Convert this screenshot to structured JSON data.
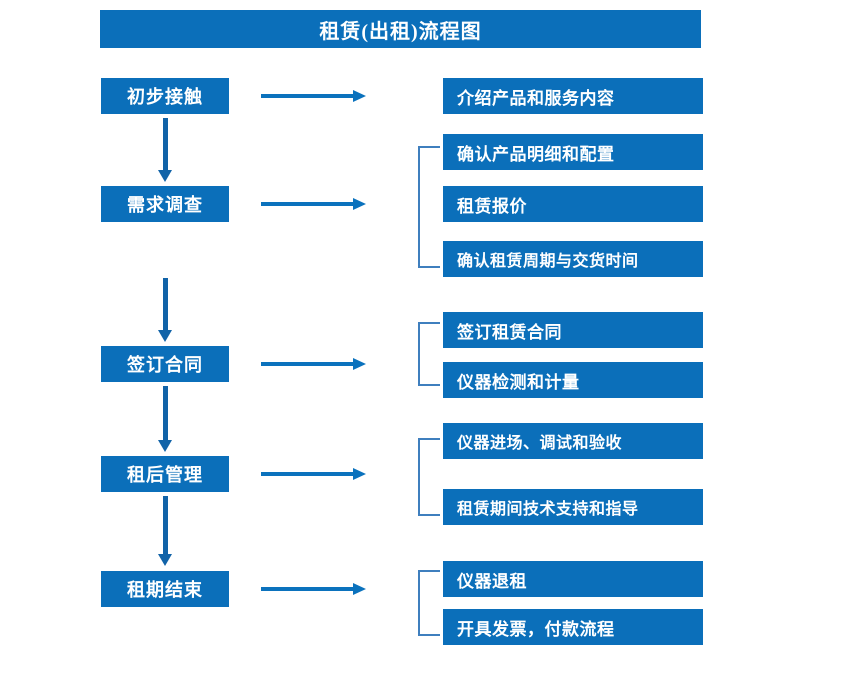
{
  "title": "租赁(出租)流程图",
  "colors": {
    "box_fill": "#0b6fba",
    "box_text": "#ffffff",
    "arrow": "#0b72bd",
    "v_arrow": "#1163a8",
    "bracket": "#3f7fbe",
    "background": "#ffffff"
  },
  "stages": [
    {
      "label": "初步接触"
    },
    {
      "label": "需求调查"
    },
    {
      "label": "签订合同"
    },
    {
      "label": "租后管理"
    },
    {
      "label": "租期结束"
    }
  ],
  "details": [
    {
      "label": "介绍产品和服务内容"
    },
    {
      "label": "确认产品明细和配置"
    },
    {
      "label": "租赁报价"
    },
    {
      "label": "确认租赁周期与交货时间"
    },
    {
      "label": "签订租赁合同"
    },
    {
      "label": "仪器检测和计量"
    },
    {
      "label": "仪器进场、调试和验收"
    },
    {
      "label": "租赁期间技术支持和指导"
    },
    {
      "label": "仪器退租"
    },
    {
      "label": "开具发票，付款流程"
    }
  ],
  "groups": [
    {
      "stage": "初步接触",
      "details": [
        "介绍产品和服务内容"
      ],
      "bracket": false
    },
    {
      "stage": "需求调查",
      "details": [
        "确认产品明细和配置",
        "租赁报价",
        "确认租赁周期与交货时间"
      ],
      "bracket": true
    },
    {
      "stage": "签订合同",
      "details": [
        "签订租赁合同",
        "仪器检测和计量"
      ],
      "bracket": true
    },
    {
      "stage": "租后管理",
      "details": [
        "仪器进场、调试和验收",
        "租赁期间技术支持和指导"
      ],
      "bracket": true
    },
    {
      "stage": "租期结束",
      "details": [
        "仪器退租",
        "开具发票，付款流程"
      ],
      "bracket": true
    }
  ],
  "flow_connectors": [
    {
      "from": "初步接触",
      "to": "需求调查",
      "direction": "down"
    },
    {
      "from": "需求调查",
      "to": "签订合同",
      "direction": "down"
    },
    {
      "from": "签订合同",
      "to": "租后管理",
      "direction": "down"
    },
    {
      "from": "租后管理",
      "to": "租期结束",
      "direction": "down"
    }
  ]
}
